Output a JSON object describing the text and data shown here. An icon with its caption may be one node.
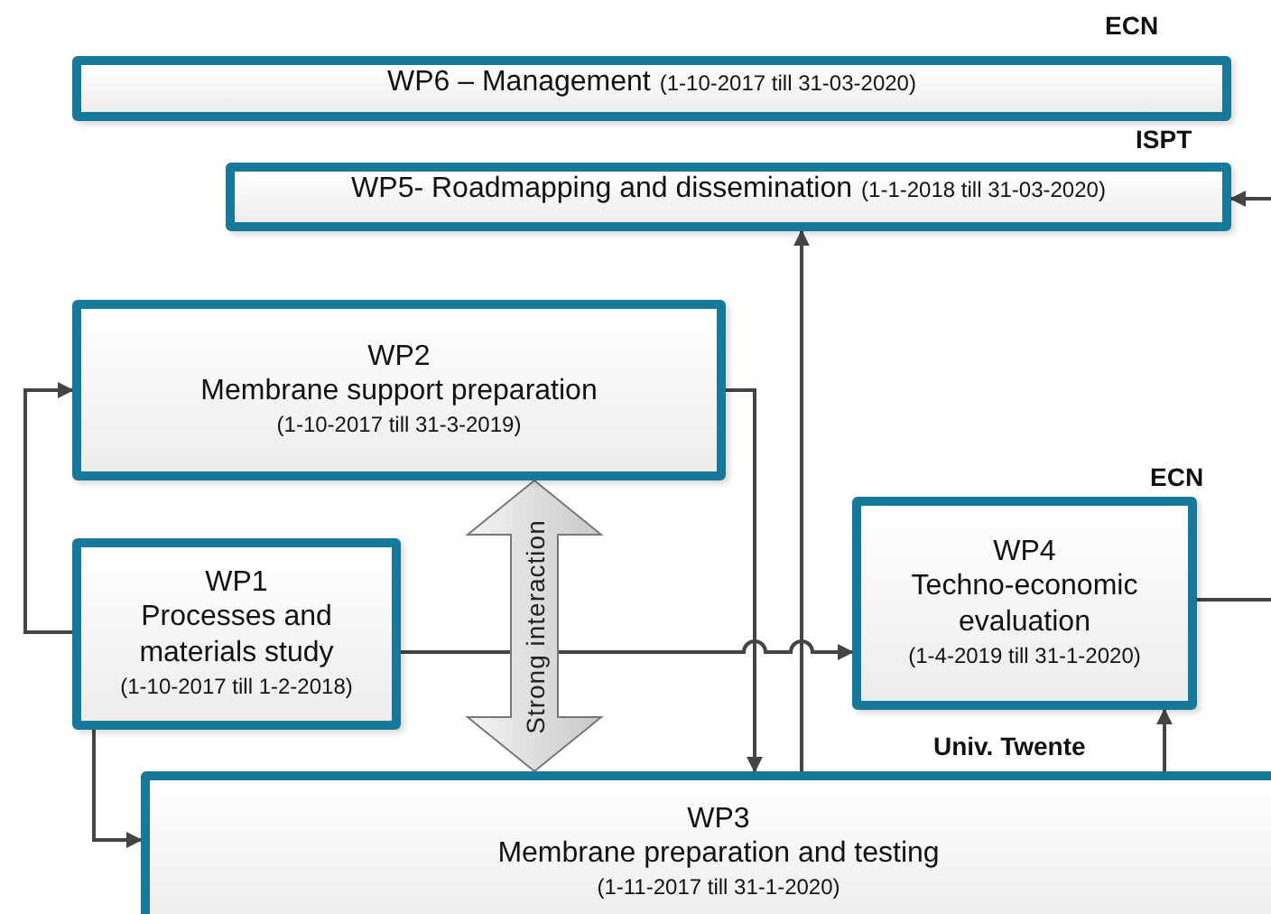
{
  "diagram": {
    "nodes": [
      {
        "text": [
          "WP6 – Management",
          "(1-10-2017 till 31-03-2020)"
        ],
        "beside": [
          "ECN"
        ]
      },
      {
        "text": [
          "WP5- Roadmapping and dissemination",
          "(1-1-2018 till 31-03-2020)"
        ],
        "beside": [
          "ISPT"
        ]
      },
      {
        "text": [
          "WP2",
          "Membrane support preparation",
          "(1-10-2017 till 31-3-2019)"
        ]
      },
      {
        "text": [
          "WP1",
          "Processes and materials study",
          "(1-10-2017 till 1-2-2018)"
        ]
      },
      {
        "text": [
          "WP4",
          "Techno-economic evaluation",
          "(1-4-2019 till 31-1-2020)"
        ],
        "beside": [
          "ECN"
        ]
      },
      {
        "text": [
          "WP3",
          "Membrane preparation and testing",
          "(1-11-2017 till 31-1-2020)"
        ],
        "beside": [
          "Univ. Twente"
        ]
      }
    ],
    "edges": [
      {
        "from": 3,
        "to": 2,
        "arrow": "to"
      },
      {
        "from": 3,
        "to": 5,
        "arrow": "to"
      },
      {
        "from": 3,
        "to": 4,
        "arrow": "to"
      },
      {
        "from": 2,
        "to": 5,
        "arrow": "to"
      },
      {
        "from": 5,
        "to": 1,
        "arrow": "to"
      },
      {
        "from": 5,
        "to": 4,
        "arrow": "to"
      },
      {
        "from": 4,
        "to": 1,
        "arrow": "to"
      },
      {
        "from": 2,
        "to": 5,
        "arrow": "both",
        "label": "Strong interaction",
        "style": "thick"
      }
    ]
  }
}
